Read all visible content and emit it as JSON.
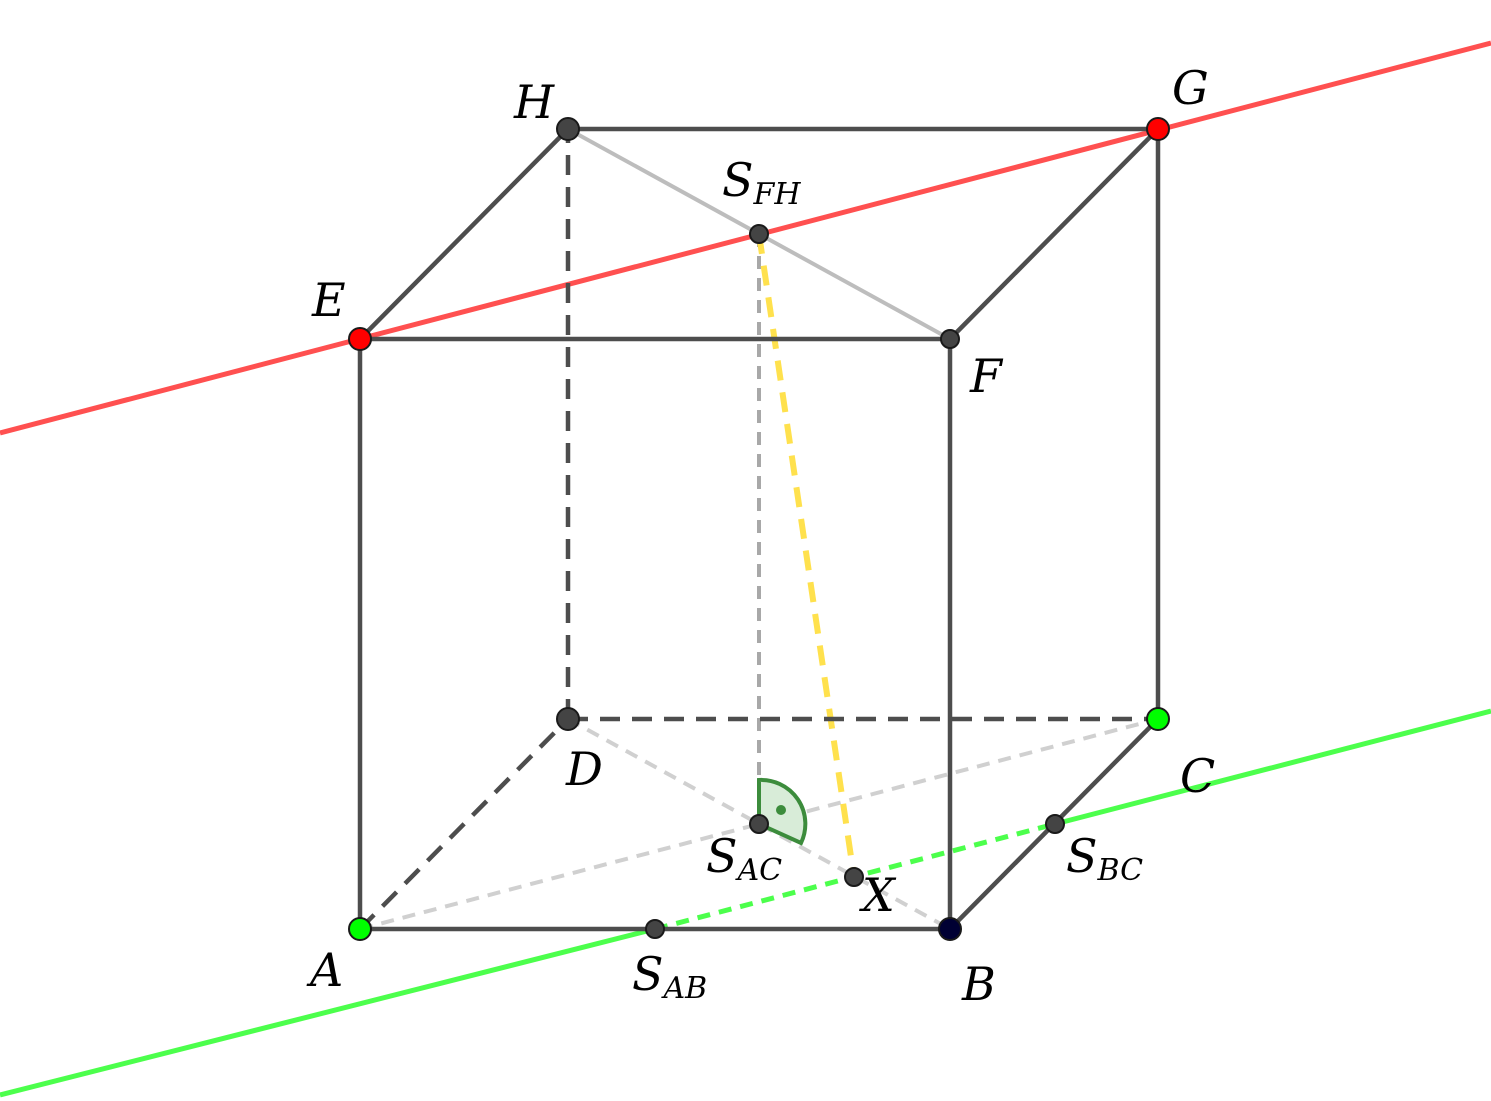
{
  "colors": {
    "edge": "#4d4d4d",
    "hidden_edge": "#4d4d4d",
    "aux_line": "#bdbdbd",
    "aux_dashed": "#d0d0d0",
    "red_line": "#ff5050",
    "green_line": "#4cff4c",
    "yellow_segment": "#ffe14d",
    "angle_mark": "#3c8c3c",
    "angle_fill": "#d8ecd8",
    "point_dark": "#444444",
    "point_red": "#ff0000",
    "point_green": "#00ff00",
    "point_navy": "#000033"
  },
  "labels": {
    "A": "A",
    "B": "B",
    "C": "C",
    "D": "D",
    "E": "E",
    "F": "F",
    "G": "G",
    "H": "H",
    "X": "X",
    "S": "S",
    "sub_FH": "FH",
    "sub_AC": "AC",
    "sub_AB": "AB",
    "sub_BC": "BC"
  }
}
